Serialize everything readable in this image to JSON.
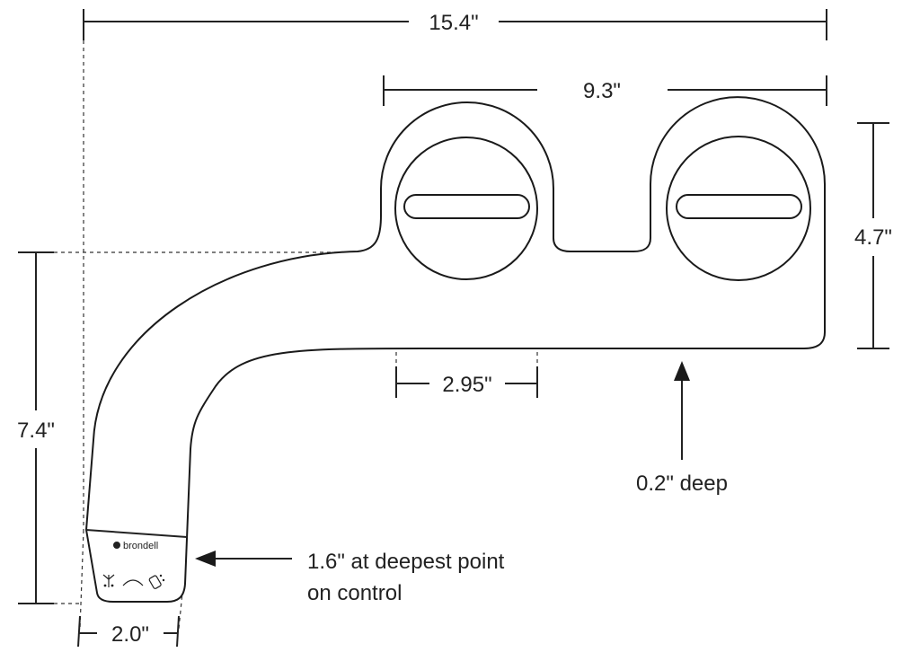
{
  "dimensions": {
    "overall_width": "15.4\"",
    "nozzle_span": "9.3\"",
    "mount_height": "4.7\"",
    "arm_height": "7.4\"",
    "slot_width": "2.95\"",
    "control_width": "2.0\""
  },
  "annotations": {
    "depth_note": "0.2\" deep",
    "control_depth_line1": "1.6\" at deepest point",
    "control_depth_line2": "on control"
  },
  "control_panel": {
    "brand": "brondell"
  },
  "colors": {
    "stroke": "#1a1a1a",
    "background": "#ffffff"
  }
}
